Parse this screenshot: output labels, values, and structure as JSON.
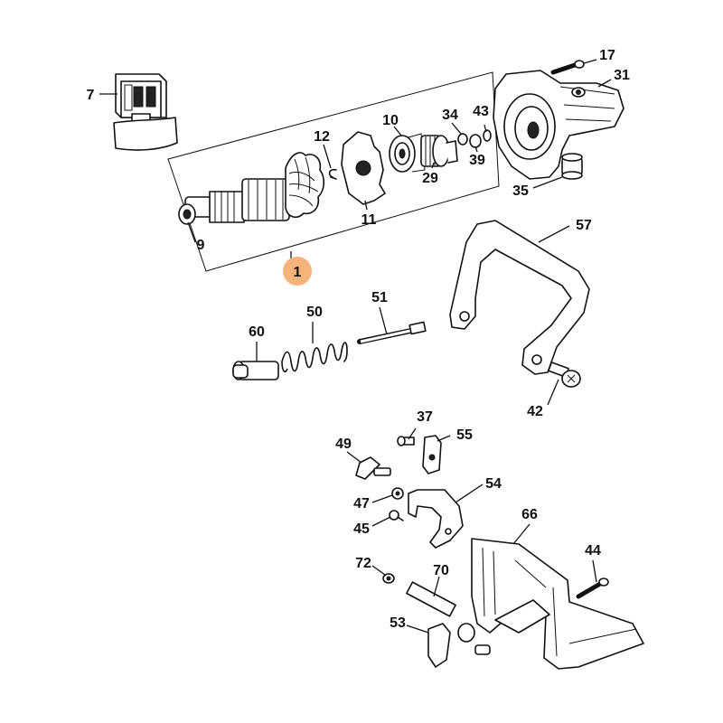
{
  "diagram": {
    "highlight_color": "#f6b47a",
    "callouts": {
      "p1": "1",
      "p7": "7",
      "p9": "9",
      "p10": "10",
      "p11": "11",
      "p12": "12",
      "p17": "17",
      "p29": "29",
      "p31": "31",
      "p34": "34",
      "p35": "35",
      "p37": "37",
      "p39": "39",
      "p42": "42",
      "p43": "43",
      "p44": "44",
      "p45": "45",
      "p47": "47",
      "p49": "49",
      "p50": "50",
      "p51": "51",
      "p53": "53",
      "p54": "54",
      "p55": "55",
      "p57": "57",
      "p60": "60",
      "p66": "66",
      "p70": "70",
      "p72": "72"
    }
  }
}
